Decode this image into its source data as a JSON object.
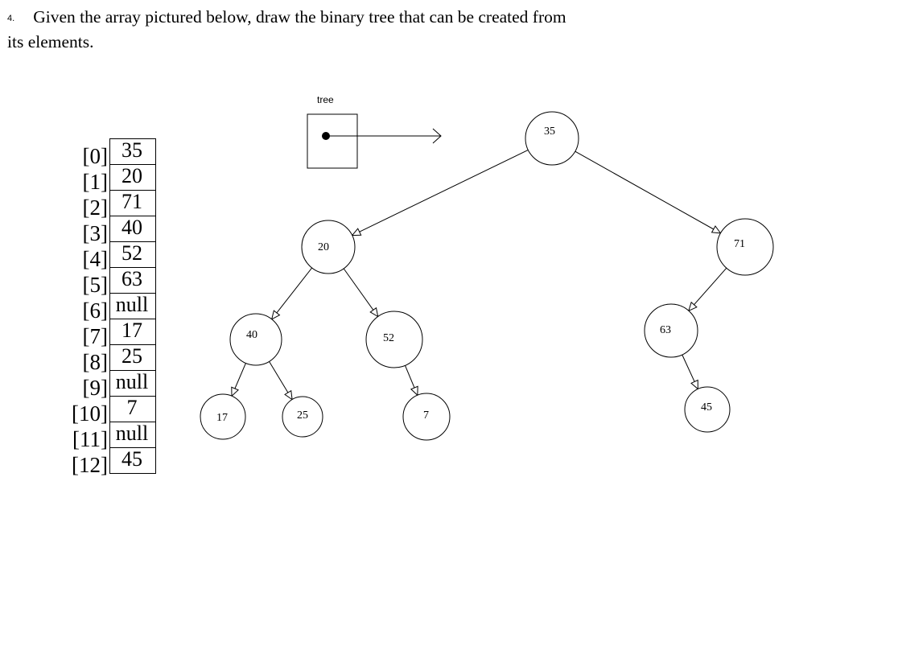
{
  "question": {
    "number": "4.",
    "text": "Given the array pictured below, draw the binary tree that can be created from its elements."
  },
  "array": {
    "indices": [
      "[0]",
      "[1]",
      "[2]",
      "[3]",
      "[4]",
      "[5]",
      "[6]",
      "[7]",
      "[8]",
      "[9]",
      "[10]",
      "[11]",
      "[12]"
    ],
    "values": [
      "35",
      "20",
      "71",
      "40",
      "52",
      "63",
      "null",
      "17",
      "25",
      "null",
      "7",
      "null",
      "45"
    ]
  },
  "tree_pointer": {
    "label": "tree"
  },
  "tree": {
    "nodes": [
      {
        "id": "n35",
        "label": "35"
      },
      {
        "id": "n20",
        "label": "20"
      },
      {
        "id": "n71",
        "label": "71"
      },
      {
        "id": "n40",
        "label": "40"
      },
      {
        "id": "n52",
        "label": "52"
      },
      {
        "id": "n63",
        "label": "63"
      },
      {
        "id": "n17",
        "label": "17"
      },
      {
        "id": "n25",
        "label": "25"
      },
      {
        "id": "n7",
        "label": "7"
      },
      {
        "id": "n45",
        "label": "45"
      }
    ],
    "edges": [
      {
        "from": "n35",
        "to": "n20"
      },
      {
        "from": "n35",
        "to": "n71"
      },
      {
        "from": "n20",
        "to": "n40"
      },
      {
        "from": "n20",
        "to": "n52"
      },
      {
        "from": "n71",
        "to": "n63"
      },
      {
        "from": "n40",
        "to": "n17"
      },
      {
        "from": "n40",
        "to": "n25"
      },
      {
        "from": "n52",
        "to": "n7"
      },
      {
        "from": "n63",
        "to": "n45"
      }
    ]
  }
}
